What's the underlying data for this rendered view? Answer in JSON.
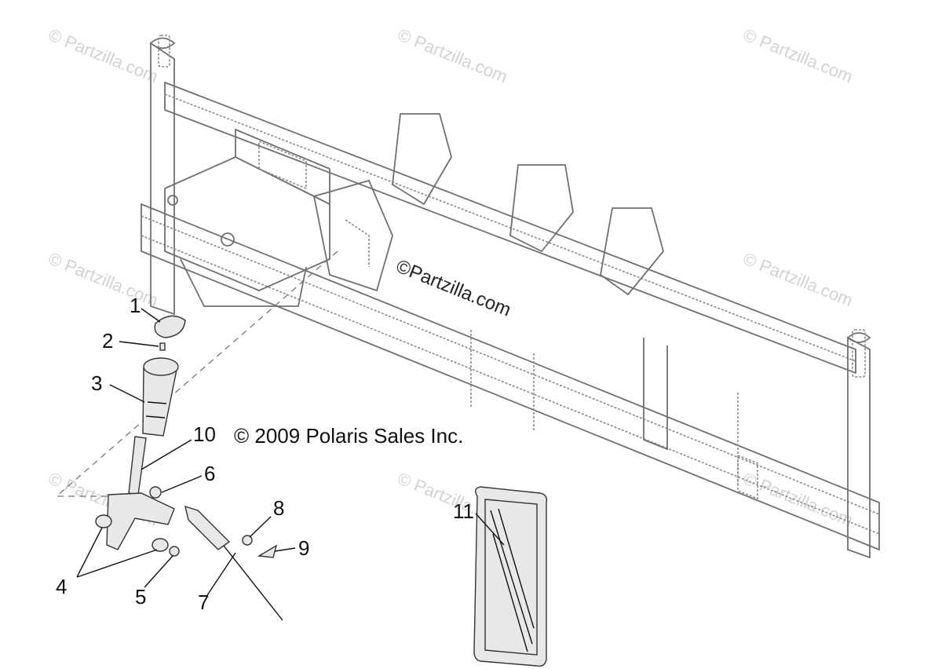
{
  "diagram": {
    "watermark_text": "© Partzilla.com",
    "main_watermark": "©Partzilla.com",
    "copyright": "© 2009 Polaris Sales Inc.",
    "callouts": [
      {
        "label": "1"
      },
      {
        "label": "2"
      },
      {
        "label": "3"
      },
      {
        "label": "4"
      },
      {
        "label": "5"
      },
      {
        "label": "6"
      },
      {
        "label": "7"
      },
      {
        "label": "8"
      },
      {
        "label": "9"
      },
      {
        "label": "10"
      },
      {
        "label": "11"
      }
    ],
    "colors": {
      "line": "#333333",
      "frame": "#8a8a8a",
      "watermark": "#d2d2d2",
      "background": "#ffffff"
    }
  }
}
